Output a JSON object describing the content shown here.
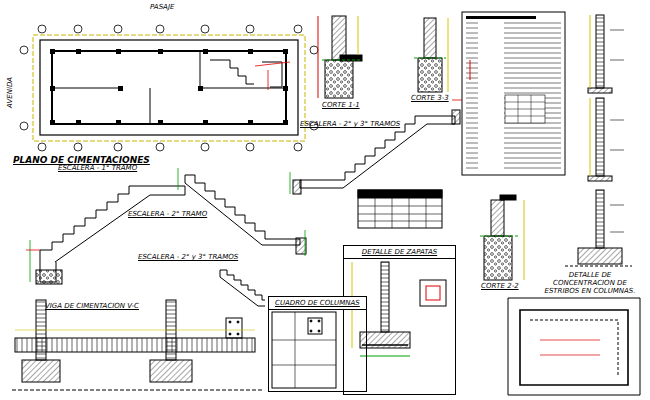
{
  "diagram": {
    "title": "PLANO DE CIMENTACIONES",
    "nodes": [
      {
        "text": [
          "DETALLE DE ZAPATAS"
        ]
      },
      {
        "text": [
          "CUADRO DE COLUMNAS"
        ]
      }
    ],
    "labels": [
      "PASAJE",
      "AVENIDA",
      "CORTE 1-1",
      "CORTE 3-3",
      "ESCALERA - 2° y 3° TRAMOS",
      "ESCALERA - 1° TRAMO",
      "ESCALERA - 2° TRAMO",
      "ESCALERA - 2° y 3° TRAMOS",
      "CORTE 2-2",
      "VIGA DE CIMENTACION V-C",
      "DETALLE DE CONCENTRACION DE ESTRIBOS EN COLUMNAS."
    ]
  }
}
